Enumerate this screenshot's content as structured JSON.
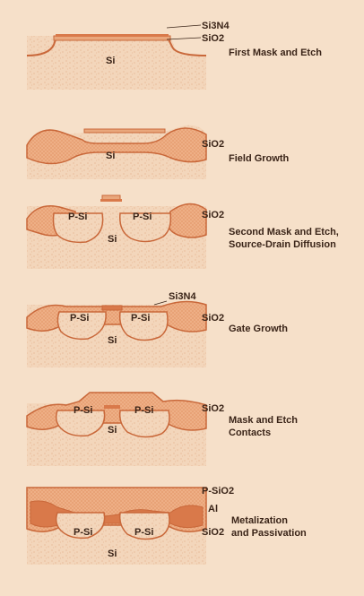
{
  "stages": [
    {
      "caption": "First Mask and Etch",
      "labels": [
        "Si3N4",
        "SiO2"
      ],
      "substrate": "Si"
    },
    {
      "caption": "Field Growth",
      "labels": [
        "SiO2"
      ],
      "substrate": "Si"
    },
    {
      "caption": "Second Mask and Etch,\nSource-Drain Diffusion",
      "labels": [
        "SiO2"
      ],
      "substrate": "Si",
      "p_regions": [
        "P-Si",
        "P-Si"
      ]
    },
    {
      "caption": "Gate Growth",
      "labels": [
        "Si3N4",
        "SiO2"
      ],
      "substrate": "Si",
      "p_regions": [
        "P-Si",
        "P-Si"
      ]
    },
    {
      "caption": "Mask and Etch\nContacts",
      "labels": [
        "SiO2"
      ],
      "substrate": "Si",
      "p_regions": [
        "P-Si",
        "P-Si"
      ]
    },
    {
      "caption": "Metalization\nand Passivation",
      "labels": [
        "P-SiO2",
        "Al",
        "SiO2"
      ],
      "substrate": "Si",
      "p_regions": [
        "P-Si",
        "P-Si"
      ]
    }
  ],
  "colors": {
    "background": "#f6e0c9",
    "oxide": "#e9a77c",
    "metal": "#d9794a",
    "outline": "#c9683a",
    "text": "#3a2418"
  }
}
